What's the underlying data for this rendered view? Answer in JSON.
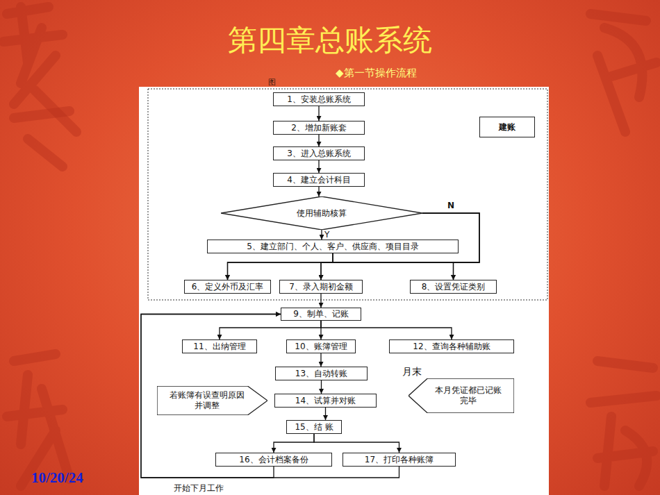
{
  "diagram": {
    "title": "第四章总账系统",
    "nodes": [
      {
        "text": [
          "1、安装总账系统"
        ]
      },
      {
        "text": [
          "2、增加新账套"
        ]
      },
      {
        "text": [
          "3、进入总账系统"
        ]
      },
      {
        "text": [
          "4、建立会计科目"
        ]
      },
      {
        "text": [
          "使用辅助核算"
        ]
      },
      {
        "text": [
          "5、建立部门、个人、客户、供应商、项目目录"
        ]
      },
      {
        "text": [
          "6、定义外币及汇率"
        ]
      },
      {
        "text": [
          "7、录入期初金额"
        ]
      },
      {
        "text": [
          "8、设置凭证类别"
        ]
      },
      {
        "text": [
          "9、制单、记账"
        ]
      },
      {
        "text": [
          "11、出纳管理"
        ]
      },
      {
        "text": [
          "10、账簿管理"
        ]
      },
      {
        "text": [
          "12、查询各种辅助账"
        ]
      },
      {
        "text": [
          "13、自动转账"
        ]
      },
      {
        "text": [
          "14、试算并对账"
        ]
      },
      {
        "text": [
          "15、结 账"
        ]
      },
      {
        "text": [
          "16、会计档案备份"
        ]
      },
      {
        "text": [
          "17、打印各种账簿"
        ]
      },
      {
        "text": [
          "若账簿有误查明原因并调整"
        ]
      },
      {
        "text": [
          "本月凭证都已记账完毕"
        ]
      },
      {
        "text": [
          "建账"
        ]
      }
    ],
    "edges": [
      {
        "from": 0,
        "to": 1,
        "arrow": "to"
      },
      {
        "from": 1,
        "to": 2,
        "arrow": "to"
      },
      {
        "from": 2,
        "to": 3,
        "arrow": "to"
      },
      {
        "from": 3,
        "to": 4,
        "arrow": "to"
      },
      {
        "from": 4,
        "to": 5,
        "arrow": "to"
      },
      {
        "from": 4,
        "to": 6,
        "arrow": "to"
      },
      {
        "from": 4,
        "to": 7,
        "arrow": "to"
      },
      {
        "from": 4,
        "to": 8,
        "arrow": "to"
      },
      {
        "from": 5,
        "to": 6,
        "arrow": "to"
      },
      {
        "from": 5,
        "to": 7,
        "arrow": "to"
      },
      {
        "from": 5,
        "to": 8,
        "arrow": "to"
      },
      {
        "from": 7,
        "to": 9,
        "arrow": "to"
      },
      {
        "from": 9,
        "to": 10,
        "arrow": "to"
      },
      {
        "from": 9,
        "to": 11,
        "arrow": "to"
      },
      {
        "from": 9,
        "to": 12,
        "arrow": "to"
      },
      {
        "from": 11,
        "to": 13,
        "arrow": "to"
      },
      {
        "from": 13,
        "to": 14,
        "arrow": "to"
      },
      {
        "from": 14,
        "to": 15,
        "arrow": "to"
      },
      {
        "from": 15,
        "to": 16,
        "arrow": "to"
      },
      {
        "from": 15,
        "to": 17,
        "arrow": "to"
      },
      {
        "from": 16,
        "to": 9,
        "arrow": "to"
      },
      {
        "from": 17,
        "to": 9,
        "arrow": "to"
      }
    ],
    "labels": [
      "◆第一节操作流程",
      "图",
      "N",
      "Y",
      "月末",
      "开始下月工作",
      "10/20/24"
    ]
  }
}
